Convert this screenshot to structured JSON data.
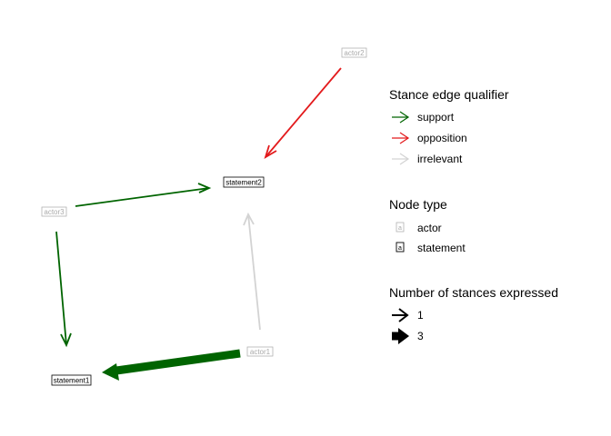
{
  "nodes": {
    "actor1": {
      "label": "actor1",
      "type": "actor"
    },
    "actor2": {
      "label": "actor2",
      "type": "actor"
    },
    "actor3": {
      "label": "actor3",
      "type": "actor"
    },
    "statement1": {
      "label": "statement1",
      "type": "statement"
    },
    "statement2": {
      "label": "statement2",
      "type": "statement"
    }
  },
  "edges": [
    {
      "from": "actor2",
      "to": "statement2",
      "qualifier": "opposition",
      "stances": 1
    },
    {
      "from": "actor3",
      "to": "statement2",
      "qualifier": "support",
      "stances": 1
    },
    {
      "from": "actor3",
      "to": "statement1",
      "qualifier": "support",
      "stances": 1
    },
    {
      "from": "actor1",
      "to": "statement2",
      "qualifier": "irrelevant",
      "stances": 1
    },
    {
      "from": "actor1",
      "to": "statement1",
      "qualifier": "support",
      "stances": 3
    }
  ],
  "colors": {
    "support": "#006400",
    "opposition": "#e31a1c",
    "irrelevant": "#d3d3d3",
    "actor": "#a9a9a9",
    "statement": "#000000"
  },
  "legend": {
    "qualifier": {
      "title": "Stance edge qualifier",
      "items": [
        {
          "key": "support",
          "label": "support"
        },
        {
          "key": "opposition",
          "label": "opposition"
        },
        {
          "key": "irrelevant",
          "label": "irrelevant"
        }
      ]
    },
    "node_type": {
      "title": "Node type",
      "items": [
        {
          "key": "actor",
          "label": "actor",
          "glyph": "a"
        },
        {
          "key": "statement",
          "label": "statement",
          "glyph": "a"
        }
      ]
    },
    "stances": {
      "title": "Number of stances expressed",
      "items": [
        {
          "label": "1",
          "value": 1
        },
        {
          "label": "3",
          "value": 3
        }
      ]
    }
  }
}
